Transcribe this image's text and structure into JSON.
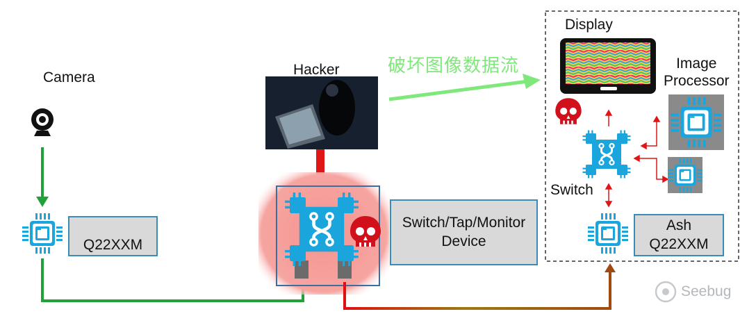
{
  "labels": {
    "camera": "Camera",
    "hacker": "Hacker",
    "display": "Display",
    "image_processor_line1": "Image",
    "image_processor_line2": "Processor",
    "switch": "Switch",
    "chinese_caption": "破坏图像数据流",
    "watermark": "Seebug"
  },
  "boxes": {
    "q22xxm": "Q22XXM",
    "switch_tap_monitor_line1": "Switch/Tap/Monitor",
    "switch_tap_monitor_line2": "Device",
    "ash_line1": "Ash",
    "ash_line2": "Q22XXM"
  },
  "colors": {
    "chip_blue": "#1aa6dc",
    "box_fill": "#d9d9d9",
    "box_border": "#3b8bb5",
    "green_link": "#22a03a",
    "attack_red": "#e01515",
    "highlight_red": "#f4a3a0",
    "caption_green": "#7ee87a",
    "skull_red": "#d0101a"
  },
  "icons": [
    "camera-icon",
    "chip-icon",
    "switch-icon",
    "skull-icon",
    "laptop-icon",
    "display-icon"
  ]
}
